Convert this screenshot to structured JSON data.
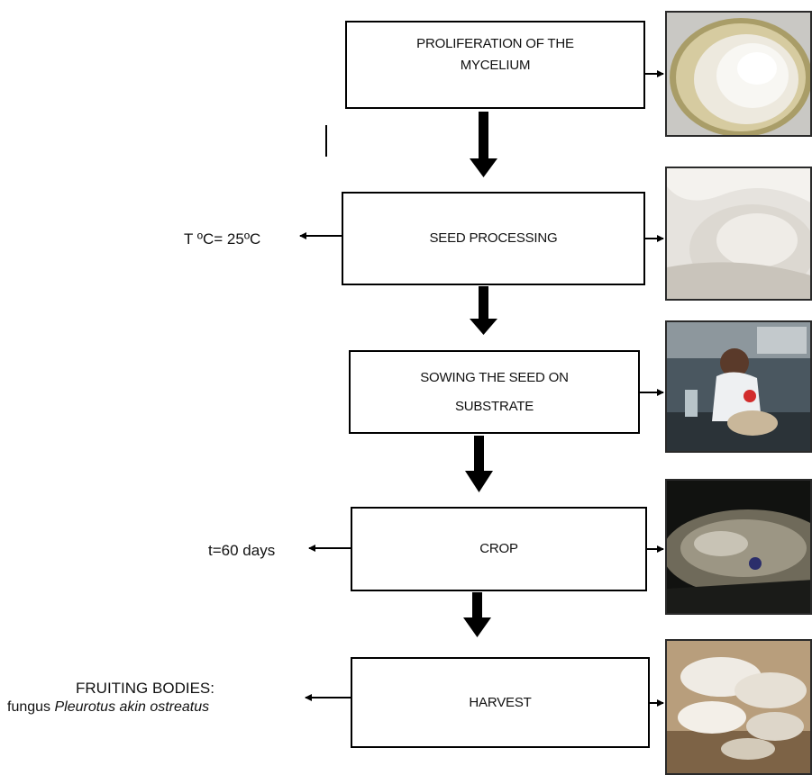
{
  "steps": [
    {
      "label_lines": [
        "PROLIFERATION OF THE",
        "MYCELIUM"
      ]
    },
    {
      "label_lines": [
        "SEED PROCESSING"
      ]
    },
    {
      "label_lines": [
        "SOWING THE SEED ON",
        "SUBSTRATE"
      ]
    },
    {
      "label_lines": [
        "CROP"
      ]
    },
    {
      "label_lines": [
        "HARVEST"
      ]
    }
  ],
  "side_notes": {
    "temperature": "T ºC= 25ºC",
    "time": "t=60 days",
    "fruiting_line1": "FRUITING BODIES:",
    "fruiting_prefix": "fungus ",
    "fruiting_italic": "Pleurotus akin ostreatus"
  },
  "photos": [
    {
      "icon": "petri-dish-mycelium-photo",
      "colors": [
        "#c9c095",
        "#f1efe6"
      ]
    },
    {
      "icon": "white-mycelium-bag-photo",
      "colors": [
        "#d8d5cf",
        "#f3f1ed"
      ]
    },
    {
      "icon": "lab-worker-photo",
      "colors": [
        "#3d4b54",
        "#9aa3a8"
      ]
    },
    {
      "icon": "substrate-crop-photo",
      "colors": [
        "#1e1f1c",
        "#7d7a6d"
      ]
    },
    {
      "icon": "oyster-mushrooms-photo",
      "colors": [
        "#d9d3c7",
        "#8b6d4a"
      ]
    }
  ]
}
